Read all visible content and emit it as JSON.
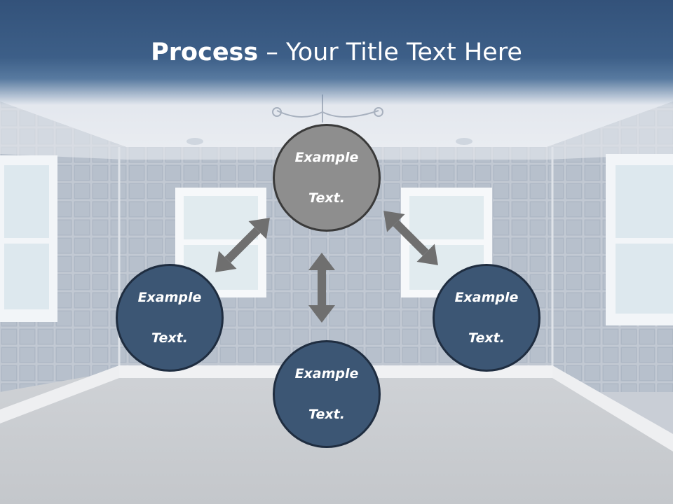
{
  "slide": {
    "title_bold": "Process",
    "title_rest": " – Your Title Text Here"
  },
  "nodes": {
    "top": {
      "line1": "Example",
      "line2": "Text."
    },
    "left": {
      "line1": "Example",
      "line2": "Text."
    },
    "right": {
      "line1": "Example",
      "line2": "Text."
    },
    "bottom": {
      "line1": "Example",
      "line2": "Text."
    }
  },
  "colors": {
    "title_bar": "#3d5f88",
    "node_gray": "#8e8e8e",
    "node_blue": "#3c5674",
    "arrow": "#6f6f6f"
  }
}
